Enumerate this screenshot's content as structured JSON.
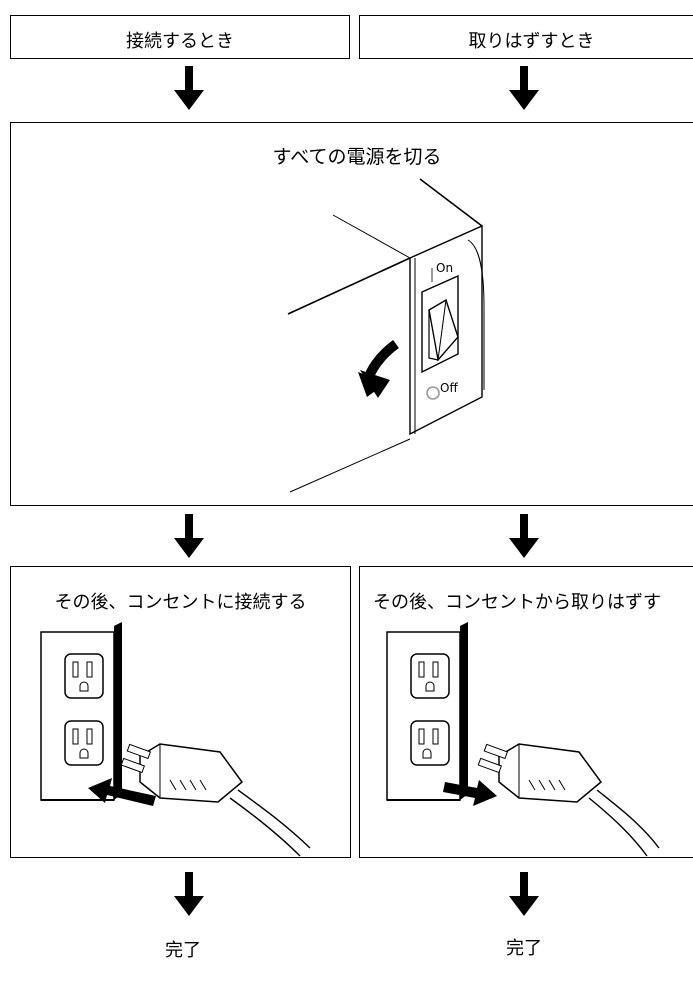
{
  "headers": {
    "connect": "接続するとき",
    "disconnect": "取りはずすとき"
  },
  "step1": {
    "title": "すべての電源を切る",
    "switch_on_label": "On",
    "switch_off_label": "Off"
  },
  "step2": {
    "connect_title": "その後、コンセントに接続する",
    "disconnect_title": "その後、コンセントから取りはずす"
  },
  "done": {
    "left": "完了",
    "right": "完了"
  }
}
